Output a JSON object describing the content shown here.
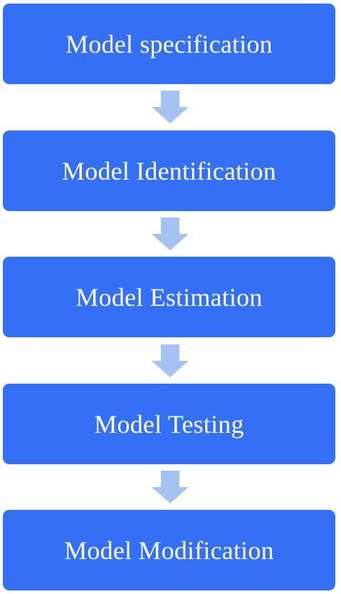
{
  "diagram": {
    "box_color": "#3370f5",
    "arrow_color": "#a5c3f2",
    "steps": [
      {
        "label": "Model specification"
      },
      {
        "label": "Model Identification"
      },
      {
        "label": "Model Estimation"
      },
      {
        "label": "Model Testing"
      },
      {
        "label": "Model Modification"
      }
    ],
    "connectors": [
      {
        "direction": "down",
        "icon": "down-arrow-icon"
      },
      {
        "direction": "down",
        "icon": "down-arrow-icon"
      },
      {
        "direction": "down",
        "icon": "down-arrow-icon"
      },
      {
        "direction": "down",
        "icon": "down-arrow-icon"
      }
    ]
  }
}
